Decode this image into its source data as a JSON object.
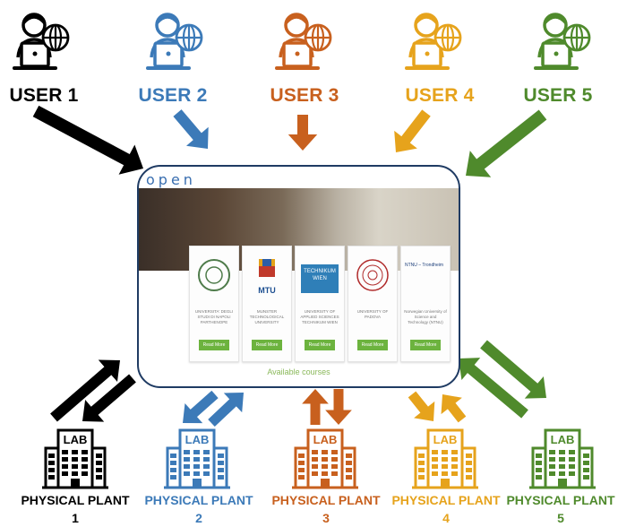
{
  "users": [
    {
      "label": "USER 1",
      "color": "#000000"
    },
    {
      "label": "USER 2",
      "color": "#3c7ab8"
    },
    {
      "label": "USER 3",
      "color": "#c8601e"
    },
    {
      "label": "USER 4",
      "color": "#e6a31c"
    },
    {
      "label": "USER 5",
      "color": "#4f8a2c"
    }
  ],
  "plants": [
    {
      "label": "PHYSICAL PLANT",
      "number": "1",
      "icon_text": "LAB",
      "color": "#000000"
    },
    {
      "label": "PHYSICAL PLANT",
      "number": "2",
      "icon_text": "LAB",
      "color": "#3c7ab8"
    },
    {
      "label": "PHYSICAL PLANT",
      "number": "3",
      "icon_text": "LAB",
      "color": "#c8601e"
    },
    {
      "label": "PHYSICAL PLANT",
      "number": "4",
      "icon_text": "LAB",
      "color": "#e6a31c"
    },
    {
      "label": "PHYSICAL PLANT",
      "number": "5",
      "icon_text": "LAB",
      "color": "#4f8a2c"
    }
  ],
  "platform": {
    "logo": "open",
    "courses": [
      {
        "name": "UNIVERSITA' DEGLI STUDI DI NAPOLI PARTHENOPE",
        "button": "Read More"
      },
      {
        "name": "MUNSTER TECHNOLOGICAL UNIVERSITY",
        "logo_text": "MTU",
        "button": "Read More"
      },
      {
        "name": "UNIVERSITY OF APPLIED SCIENCES TECHNIKUM WIEN",
        "logo_text": "TECHNIKUM WIEN",
        "button": "Read More"
      },
      {
        "name": "UNIVERSITY OF PADOVA",
        "button": "Read More"
      },
      {
        "name": "Norwegian University of Science and Technology (NTNU)",
        "logo_text": "NTNU – Trondheim",
        "button": "Read More"
      }
    ],
    "available_courses": "Available courses"
  }
}
